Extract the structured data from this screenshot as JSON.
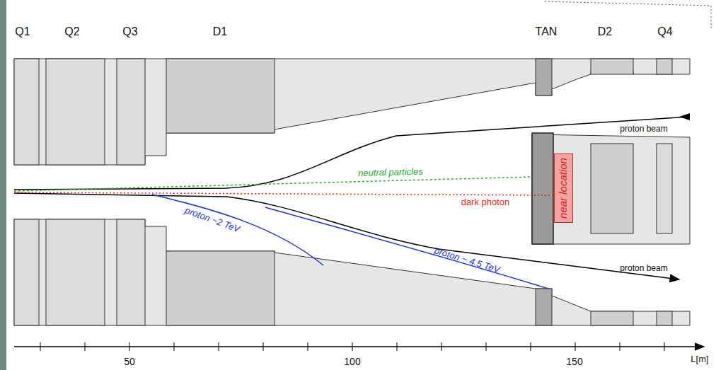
{
  "diagram": {
    "nodes": [
      {
        "text": [
          "near location"
        ]
      }
    ],
    "labels": [
      "Q1",
      "Q2",
      "Q3",
      "D1",
      "TAN",
      "D2",
      "Q4",
      "proton beam",
      "neutral particles",
      "dark photon",
      "proton ~2 TeV",
      "proton ~ 4.5 TeV",
      "proton beam",
      "50",
      "100",
      "150",
      "L[m]"
    ]
  }
}
